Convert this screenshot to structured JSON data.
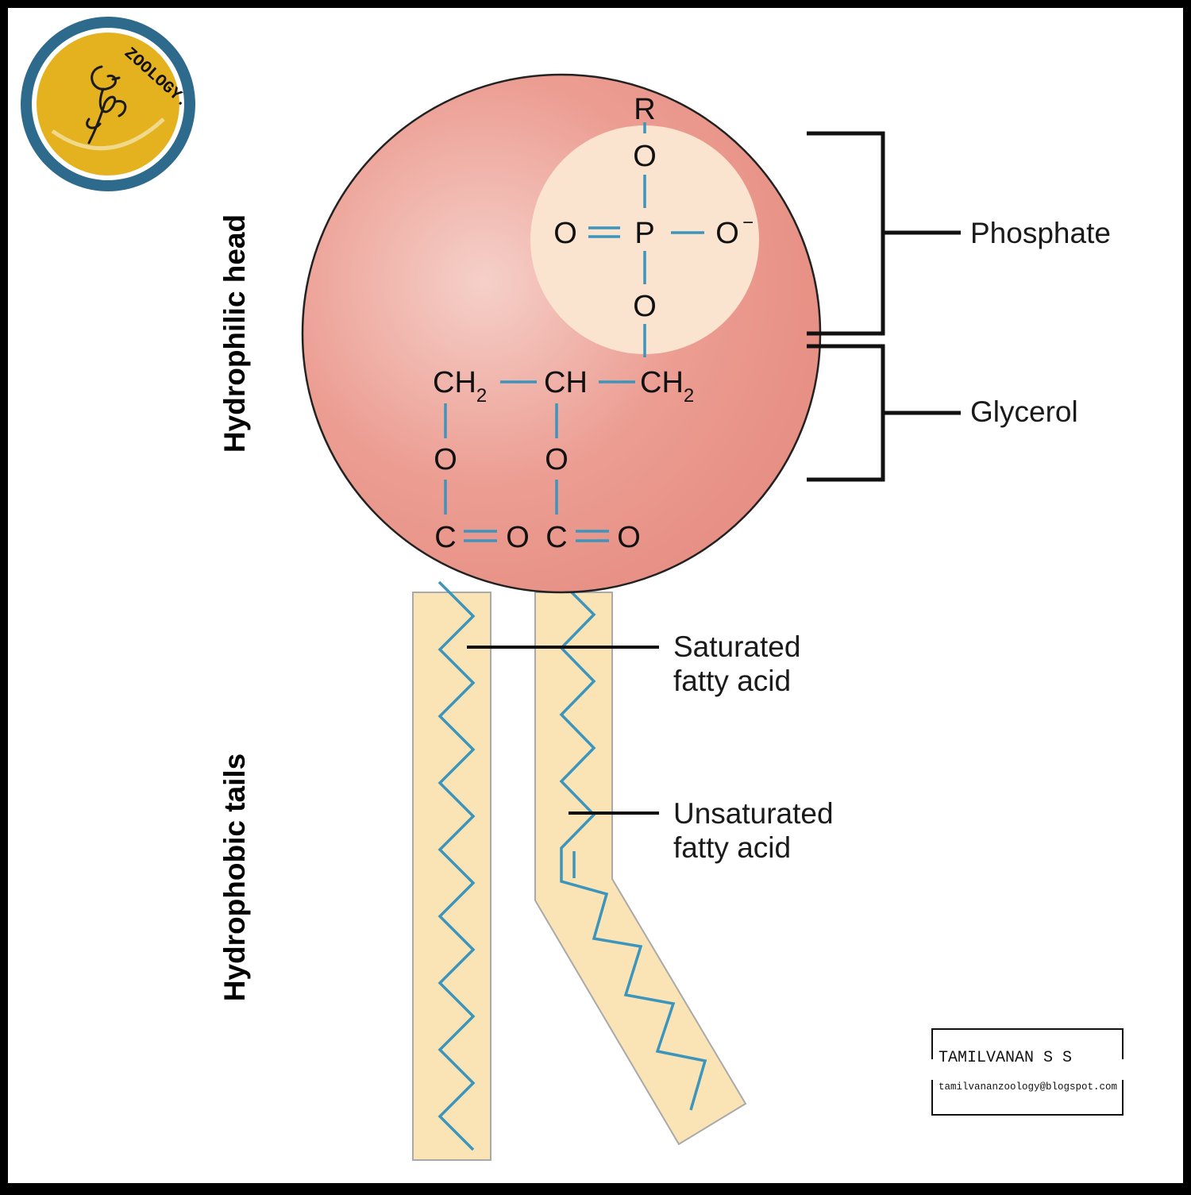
{
  "logo": {
    "text": "ZOOLOGY."
  },
  "side_labels": {
    "head": "Hydrophilic head",
    "tails": "Hydrophobic tails"
  },
  "molecule": {
    "r_group": "R",
    "o_top": "O",
    "o_left": "O",
    "p": "P",
    "o_right": "O",
    "o_charge": "−",
    "o_bottom": "O",
    "ch2": "CH",
    "sub2": "2",
    "ch": "CH",
    "o_ester": "O",
    "c": "C",
    "o_carbonyl": "O"
  },
  "labels": {
    "phosphate": "Phosphate",
    "glycerol": "Glycerol",
    "saturated_1": "Saturated",
    "saturated_2": "fatty acid",
    "unsaturated_1": "Unsaturated",
    "unsaturated_2": "fatty acid"
  },
  "credit": {
    "name": "TAMILVANAN S S",
    "blog": "tamilvananzoology@blogspot.com"
  },
  "colors": {
    "head": "#e8958a",
    "phosphate_circle": "#fbe4cf",
    "tail_fill": "#fae3b5",
    "bond": "#3b95bd",
    "logo_ring": "#2e6a8c",
    "logo_fill": "#e5b21f"
  }
}
